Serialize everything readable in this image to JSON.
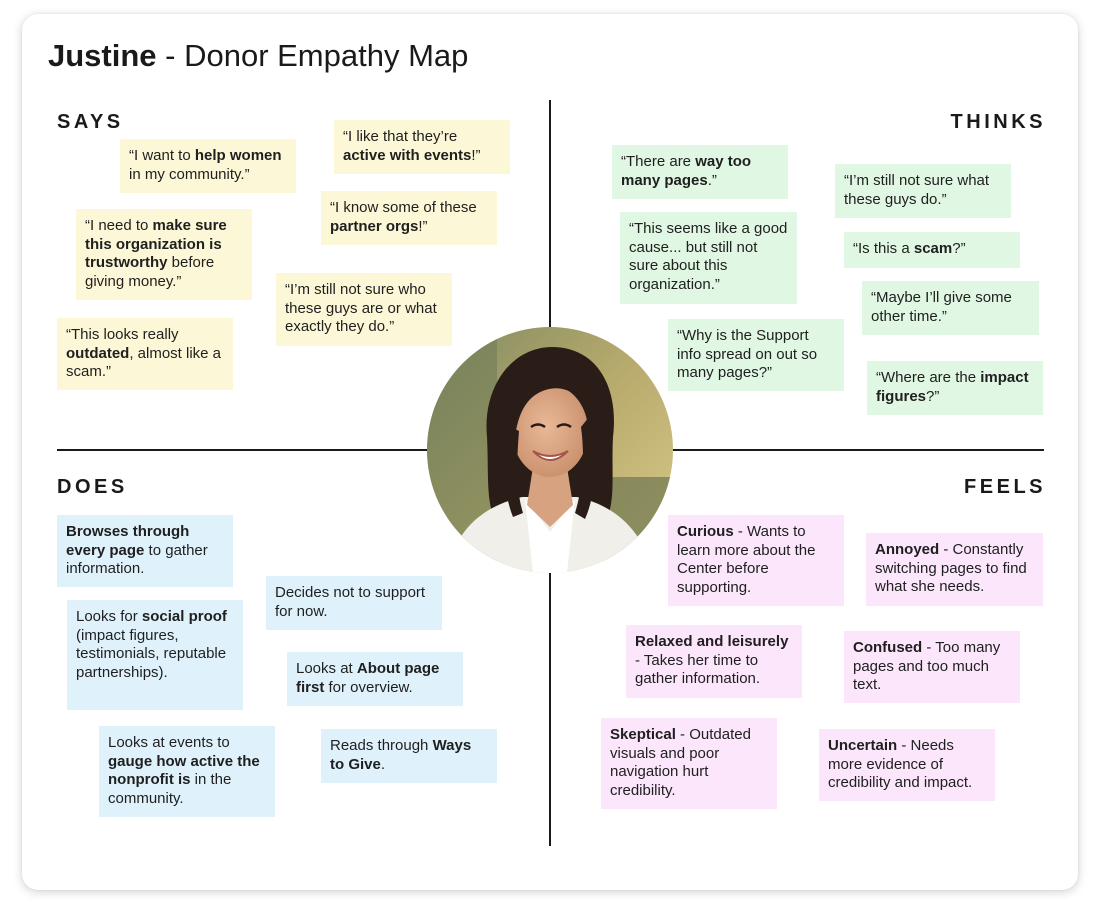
{
  "header": {
    "name": "Justine",
    "subtitle": " - Donor Empathy Map"
  },
  "quadrants": {
    "says": "SAYS",
    "thinks": "THINKS",
    "does": "DOES",
    "feels": "FEELS"
  },
  "colors": {
    "says": "#fcf8d7",
    "thinks": "#dff7e3",
    "does": "#dff2fc",
    "feels": "#fbe6fb"
  },
  "avatar": {
    "icon": "woman-portrait-photo"
  },
  "notes": {
    "says": [
      {
        "id": "help-women",
        "segments": [
          {
            "t": "“I want to "
          },
          {
            "t": "help women",
            "b": true
          },
          {
            "t": " in my community.”"
          }
        ]
      },
      {
        "id": "active-events",
        "segments": [
          {
            "t": "“I like that they’re "
          },
          {
            "t": "active with events",
            "b": true
          },
          {
            "t": "!”"
          }
        ]
      },
      {
        "id": "partner-orgs",
        "segments": [
          {
            "t": "“I know some of these "
          },
          {
            "t": "partner orgs",
            "b": true
          },
          {
            "t": "!”"
          }
        ]
      },
      {
        "id": "trustworthy",
        "segments": [
          {
            "t": "“I need to "
          },
          {
            "t": "make sure this organization is trustworthy",
            "b": true
          },
          {
            "t": " before giving money.”"
          }
        ]
      },
      {
        "id": "not-sure-who",
        "segments": [
          {
            "t": "“I’m still not sure who these guys are or what exactly they do.”"
          }
        ]
      },
      {
        "id": "outdated",
        "segments": [
          {
            "t": "“This looks really "
          },
          {
            "t": "outdated",
            "b": true
          },
          {
            "t": ", almost like a scam.”"
          }
        ]
      }
    ],
    "thinks": [
      {
        "id": "too-many-pages",
        "segments": [
          {
            "t": "“There are "
          },
          {
            "t": "way too many pages",
            "b": true
          },
          {
            "t": ".”"
          }
        ]
      },
      {
        "id": "not-sure-what",
        "segments": [
          {
            "t": "“I’m still not sure what these guys do.”"
          }
        ]
      },
      {
        "id": "good-cause",
        "segments": [
          {
            "t": "“This seems like a good cause... but still not sure about this organization.”"
          }
        ]
      },
      {
        "id": "scam",
        "segments": [
          {
            "t": "“Is this a "
          },
          {
            "t": "scam",
            "b": true
          },
          {
            "t": "?”"
          }
        ]
      },
      {
        "id": "other-time",
        "segments": [
          {
            "t": "“Maybe I’ll give some other time.”"
          }
        ]
      },
      {
        "id": "support-info",
        "segments": [
          {
            "t": "“Why is the Support info spread on out so many pages?”"
          }
        ]
      },
      {
        "id": "impact-figures",
        "segments": [
          {
            "t": "“Where are the "
          },
          {
            "t": "impact figures",
            "b": true
          },
          {
            "t": "?”"
          }
        ]
      }
    ],
    "does": [
      {
        "id": "browses",
        "segments": [
          {
            "t": "Browses through every page",
            "b": true
          },
          {
            "t": " to gather information."
          }
        ]
      },
      {
        "id": "decides-not",
        "segments": [
          {
            "t": "Decides not to support for now."
          }
        ]
      },
      {
        "id": "social-proof",
        "segments": [
          {
            "t": "Looks for "
          },
          {
            "t": "social proof",
            "b": true
          },
          {
            "t": " (impact figures, testimonials, reputable partnerships)."
          }
        ]
      },
      {
        "id": "about-page",
        "segments": [
          {
            "t": "Looks at "
          },
          {
            "t": "About page first",
            "b": true
          },
          {
            "t": " for overview."
          }
        ]
      },
      {
        "id": "events",
        "segments": [
          {
            "t": "Looks at events to "
          },
          {
            "t": "gauge how active the nonprofit is",
            "b": true
          },
          {
            "t": " in the community."
          }
        ]
      },
      {
        "id": "ways-to-give",
        "segments": [
          {
            "t": "Reads through "
          },
          {
            "t": "Ways to Give",
            "b": true
          },
          {
            "t": "."
          }
        ]
      }
    ],
    "feels": [
      {
        "id": "curious",
        "segments": [
          {
            "t": "Curious",
            "b": true
          },
          {
            "t": " - Wants to learn more about the Center before supporting."
          }
        ]
      },
      {
        "id": "annoyed",
        "segments": [
          {
            "t": "Annoyed",
            "b": true
          },
          {
            "t": " - Constantly switching pages to find what she needs."
          }
        ]
      },
      {
        "id": "relaxed",
        "segments": [
          {
            "t": "Relaxed and leisurely",
            "b": true
          },
          {
            "t": " - Takes her time to gather information."
          }
        ]
      },
      {
        "id": "confused",
        "segments": [
          {
            "t": "Confused",
            "b": true
          },
          {
            "t": " - Too many pages and too much text."
          }
        ]
      },
      {
        "id": "skeptical",
        "segments": [
          {
            "t": "Skeptical",
            "b": true
          },
          {
            "t": " - Outdated visuals and poor navigation hurt credibility."
          }
        ]
      },
      {
        "id": "uncertain",
        "segments": [
          {
            "t": "Uncertain",
            "b": true
          },
          {
            "t": " - Needs more evidence of credibility and impact."
          }
        ]
      }
    ]
  }
}
